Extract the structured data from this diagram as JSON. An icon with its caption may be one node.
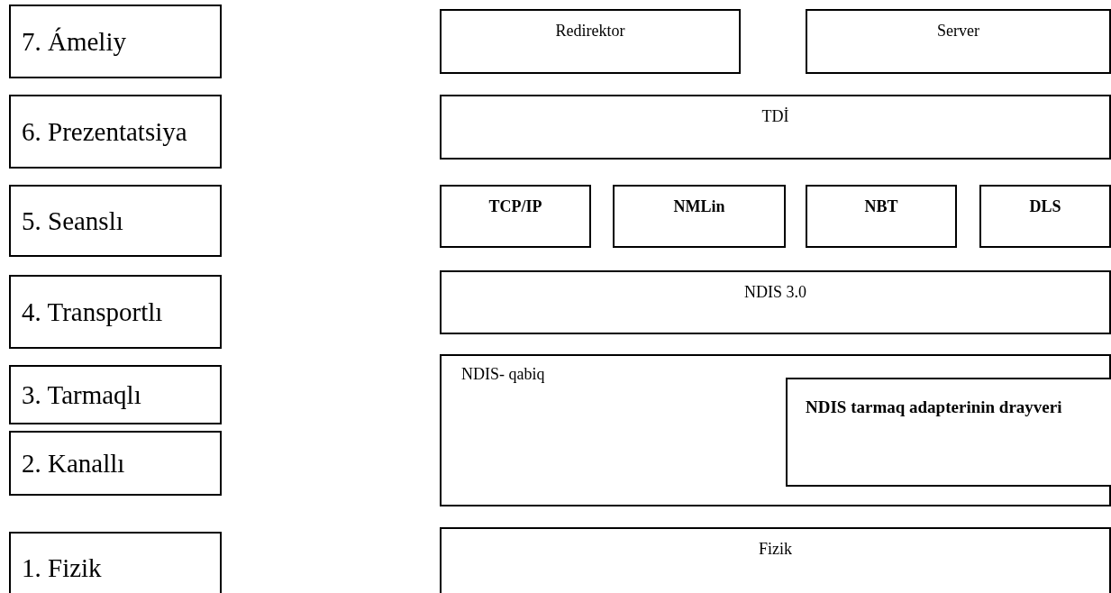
{
  "diagram": {
    "nodes": [
      {
        "text": [
          "7. Ámeliy"
        ]
      },
      {
        "text": [
          "Redirektor"
        ]
      },
      {
        "text": [
          "Server"
        ]
      },
      {
        "text": [
          "6. Prezentatsiya"
        ]
      },
      {
        "text": [
          "TDİ"
        ]
      },
      {
        "text": [
          "5. Seanslı"
        ]
      },
      {
        "text": [
          "TCP/IP"
        ]
      },
      {
        "text": [
          "NMLin"
        ]
      },
      {
        "text": [
          "NBT"
        ]
      },
      {
        "text": [
          "DLS"
        ]
      },
      {
        "text": [
          "4. Transportlı"
        ]
      },
      {
        "text": [
          "NDIS 3.0"
        ]
      },
      {
        "text": [
          "3. Tarmaqlı"
        ]
      },
      {
        "text": [
          "NDIS- qabiq"
        ]
      },
      {
        "text": [
          "NDIS tarmaq adapterinin drayveri"
        ],
        "in": 13
      },
      {
        "text": [
          "2. Kanallı"
        ]
      },
      {
        "text": [
          "1. Fizik"
        ]
      },
      {
        "text": [
          "Fizik"
        ]
      }
    ],
    "edges": []
  }
}
